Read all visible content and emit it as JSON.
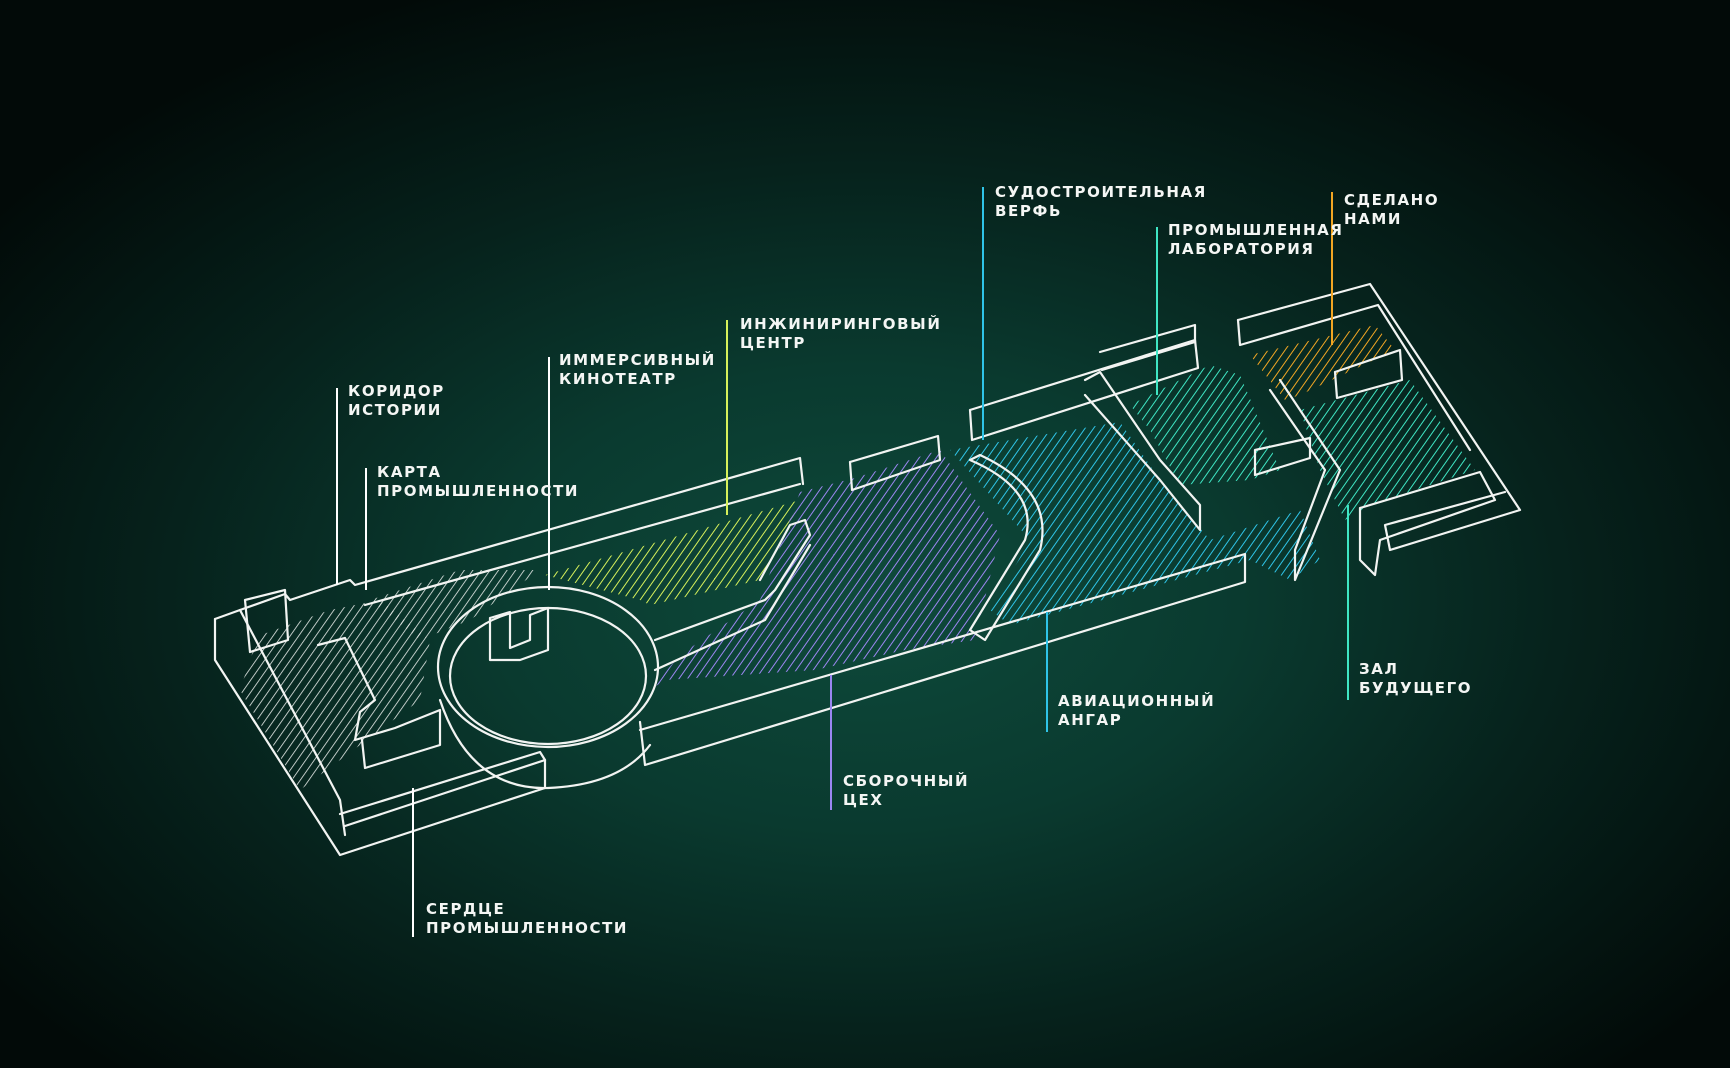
{
  "colors": {
    "outline": "#f2f4f2",
    "background_center": "#0e4a3b",
    "background_edge": "#020a08"
  },
  "zones": [
    {
      "id": "corridor-history",
      "lines": [
        "КОРИДОР",
        "ИСТОРИИ"
      ],
      "color": "#ffffff"
    },
    {
      "id": "industry-map",
      "lines": [
        "КАРТА",
        "ПРОМЫШЛЕННОСТИ"
      ],
      "color": "#ffffff"
    },
    {
      "id": "immersive-cinema",
      "lines": [
        "ИММЕРСИВНЫЙ",
        "КИНОТЕАТР"
      ],
      "color": "#ffffff"
    },
    {
      "id": "engineering-center",
      "lines": [
        "ИНЖИНИРИНГОВЫЙ",
        "ЦЕНТР"
      ],
      "color": "#d6f05a"
    },
    {
      "id": "shipyard",
      "lines": [
        "СУДОСТРОИТЕЛЬНАЯ",
        "ВЕРФЬ"
      ],
      "color": "#2fc4e8"
    },
    {
      "id": "industrial-lab",
      "lines": [
        "ПРОМЫШЛЕННАЯ",
        "ЛАБОРАТОРИЯ"
      ],
      "color": "#3fe6c4"
    },
    {
      "id": "made-by-us",
      "lines": [
        "СДЕЛАНО",
        "НАМИ"
      ],
      "color": "#f2a623"
    },
    {
      "id": "hall-of-future",
      "lines": [
        "ЗАЛ",
        "БУДУЩЕГО"
      ],
      "color": "#3fe6c4"
    },
    {
      "id": "aviation-hangar",
      "lines": [
        "АВИАЦИОННЫЙ",
        "АНГАР"
      ],
      "color": "#2fc4e8"
    },
    {
      "id": "assembly-shop",
      "lines": [
        "СБОРОЧНЫЙ",
        "ЦЕХ"
      ],
      "color": "#9b86f2"
    },
    {
      "id": "heart-of-industry",
      "lines": [
        "СЕРДЦЕ",
        "ПРОМЫШЛЕННОСТИ"
      ],
      "color": "#ffffff"
    }
  ]
}
